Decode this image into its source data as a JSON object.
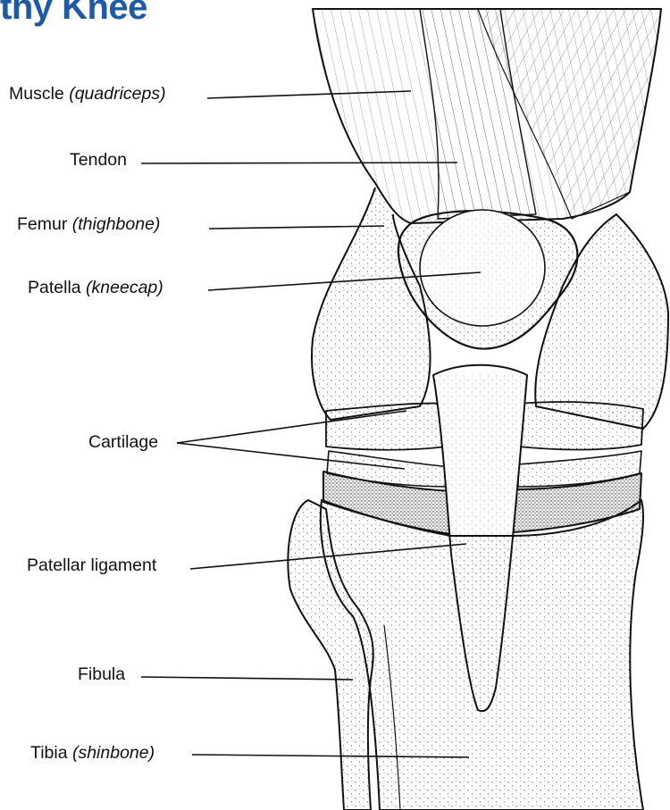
{
  "title": "thy Knee",
  "labels": {
    "muscle": {
      "main": "Muscle",
      "alt": "(quadriceps)"
    },
    "tendon": {
      "main": "Tendon"
    },
    "femur": {
      "main": "Femur",
      "alt": "(thighbone)"
    },
    "patella": {
      "main": "Patella",
      "alt": "(kneecap)"
    },
    "cartilage": {
      "main": "Cartilage"
    },
    "patellar_ligament": {
      "main": "Patellar ligament"
    },
    "fibula": {
      "main": "Fibula"
    },
    "tibia": {
      "main": "Tibia",
      "alt": "(shinbone)"
    }
  },
  "colors": {
    "title": "#1f5aa6",
    "ink": "#111111"
  }
}
